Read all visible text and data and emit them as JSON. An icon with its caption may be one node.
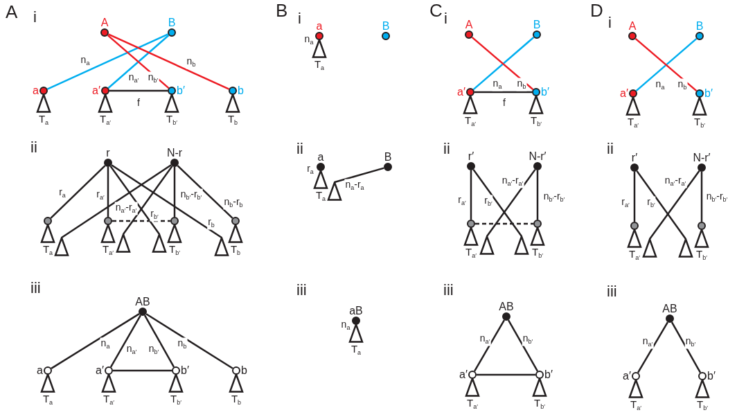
{
  "diagram": {
    "nodes": [
      {
        "text": [
          "A"
        ]
      },
      {
        "text": [
          "B"
        ]
      },
      {
        "text": [
          "a"
        ]
      },
      {
        "text": [
          "a′"
        ]
      },
      {
        "text": [
          "b′"
        ]
      },
      {
        "text": [
          "b"
        ]
      },
      {
        "text": [
          "T$_{a}$"
        ]
      },
      {
        "text": [
          "T$_{a′}$"
        ]
      },
      {
        "text": [
          "T$_{b′}$"
        ]
      },
      {
        "text": [
          "T$_{b}$"
        ]
      },
      {
        "text": [
          "r"
        ]
      },
      {
        "text": [
          "N-r"
        ]
      },
      {
        "text": [],
        "shape": "circle"
      },
      {
        "text": [],
        "shape": "triangle"
      },
      {
        "text": [],
        "shape": "circle"
      },
      {
        "text": [],
        "shape": "triangle"
      },
      {
        "text": [],
        "shape": "triangle"
      },
      {
        "text": [],
        "shape": "circle"
      },
      {
        "text": [],
        "shape": "triangle"
      },
      {
        "text": [],
        "shape": "circle"
      },
      {
        "text": [
          "T$_{a}$"
        ]
      },
      {
        "text": [
          "T$_{a′}$"
        ]
      },
      {
        "text": [
          "T$_{b′}$"
        ]
      },
      {
        "text": [
          "T$_{b}$"
        ]
      },
      {
        "text": [
          "AB"
        ]
      },
      {
        "text": [
          "a"
        ]
      },
      {
        "text": [
          "a′"
        ]
      },
      {
        "text": [
          "b′"
        ]
      },
      {
        "text": [
          "b"
        ]
      },
      {
        "text": [
          "T$_{a}$"
        ]
      },
      {
        "text": [
          "T$_{a′}$"
        ]
      },
      {
        "text": [
          "T$_{b′}$"
        ]
      },
      {
        "text": [
          "T$_{b}$"
        ]
      },
      {
        "text": [
          "a"
        ],
        "beside": [
          "n$_{a}$"
        ]
      },
      {
        "text": [
          "B"
        ]
      },
      {
        "text": [
          "T$_{a}$"
        ]
      },
      {
        "text": [
          "a"
        ],
        "beside": [
          "r$_{a}$"
        ]
      },
      {
        "text": [
          "B"
        ]
      },
      {
        "text": [
          "T$_{a}$"
        ]
      },
      {
        "text": [],
        "shape": "triangle"
      },
      {
        "text": [
          "aB"
        ],
        "beside": [
          "n$_{a}$"
        ]
      },
      {
        "text": [
          "T$_{a}$"
        ]
      },
      {
        "text": [
          "A"
        ]
      },
      {
        "text": [
          "B"
        ]
      },
      {
        "text": [
          "a′"
        ]
      },
      {
        "text": [
          "b′"
        ]
      },
      {
        "text": [
          "T$_{a′}$"
        ]
      },
      {
        "text": [
          "T$_{b′}$"
        ]
      },
      {
        "text": [
          "r′"
        ]
      },
      {
        "text": [
          "N-r′"
        ]
      },
      {
        "text": [],
        "shape": "circle"
      },
      {
        "text": [],
        "shape": "triangle"
      },
      {
        "text": [],
        "shape": "triangle"
      },
      {
        "text": [],
        "shape": "circle"
      },
      {
        "text": [
          "T$_{a′}$"
        ]
      },
      {
        "text": [
          "T$_{b′}$"
        ]
      },
      {
        "text": [
          "AB"
        ]
      },
      {
        "text": [
          "a′"
        ]
      },
      {
        "text": [
          "b′"
        ]
      },
      {
        "text": [
          "T$_{a′}$"
        ]
      },
      {
        "text": [
          "T$_{b′}$"
        ]
      },
      {
        "text": [
          "A"
        ]
      },
      {
        "text": [
          "B"
        ]
      },
      {
        "text": [
          "a′"
        ]
      },
      {
        "text": [
          "b′"
        ]
      },
      {
        "text": [
          "T$_{a′}$"
        ]
      },
      {
        "text": [
          "T$_{b′}$"
        ]
      },
      {
        "text": [
          "r′"
        ]
      },
      {
        "text": [
          "N-r′"
        ]
      },
      {
        "text": [],
        "shape": "circle"
      },
      {
        "text": [],
        "shape": "triangle"
      },
      {
        "text": [],
        "shape": "triangle"
      },
      {
        "text": [],
        "shape": "circle"
      },
      {
        "text": [
          "T$_{a′}$"
        ]
      },
      {
        "text": [
          "T$_{b′}$"
        ]
      },
      {
        "text": [
          "AB"
        ]
      },
      {
        "text": [
          "a′"
        ]
      },
      {
        "text": [
          "b′"
        ]
      },
      {
        "text": [
          "T$_{a′}$"
        ]
      },
      {
        "text": [
          "T$_{b′}$"
        ]
      }
    ],
    "edges": [
      {
        "from": 1,
        "to": 2,
        "arrow": "none",
        "label": "n$_{a}$",
        "color": "#00aeef"
      },
      {
        "from": 1,
        "to": 3,
        "arrow": "none",
        "label": "n$_{a′}$",
        "color": "#00aeef"
      },
      {
        "from": 0,
        "to": 4,
        "arrow": "none",
        "label": "n$_{b′}$",
        "color": "#ed1c24"
      },
      {
        "from": 0,
        "to": 5,
        "arrow": "none",
        "label": "n$_{b}$",
        "color": "#ed1c24"
      },
      {
        "from": 3,
        "to": 4,
        "arrow": "none",
        "label": "f"
      },
      {
        "from": 10,
        "to": 12,
        "arrow": "none",
        "label": "r$_{a}$"
      },
      {
        "from": 10,
        "to": 14,
        "arrow": "none",
        "label": "r$_{a′}$"
      },
      {
        "from": 10,
        "to": 16,
        "arrow": "none",
        "label": "r$_{b′}$"
      },
      {
        "from": 10,
        "to": 18,
        "arrow": "none",
        "label": "r$_{b}$"
      },
      {
        "from": 11,
        "to": 13,
        "arrow": "none"
      },
      {
        "from": 11,
        "to": 15,
        "arrow": "none",
        "label": "n$_{a′}$-r$_{a′}$"
      },
      {
        "from": 11,
        "to": 17,
        "arrow": "none",
        "label": "n$_{b′}$-r$_{b′}$"
      },
      {
        "from": 11,
        "to": 19,
        "arrow": "none",
        "label": "n$_{b}$-r$_{b}$"
      },
      {
        "from": 14,
        "to": 17,
        "arrow": "none",
        "style": "dashed"
      },
      {
        "from": 24,
        "to": 25,
        "arrow": "none",
        "label": "n$_{a}$"
      },
      {
        "from": 24,
        "to": 26,
        "arrow": "none",
        "label": "n$_{a′}$"
      },
      {
        "from": 24,
        "to": 27,
        "arrow": "none",
        "label": "n$_{b′}$"
      },
      {
        "from": 24,
        "to": 28,
        "arrow": "none",
        "label": "n$_{b}$"
      },
      {
        "from": 26,
        "to": 27,
        "arrow": "none"
      },
      {
        "from": 37,
        "to": 39,
        "arrow": "none",
        "label": "n$_{a}$-r$_{a}$"
      },
      {
        "from": 43,
        "to": 44,
        "arrow": "none",
        "label": "n$_{a}$",
        "color": "#00aeef"
      },
      {
        "from": 42,
        "to": 45,
        "arrow": "none",
        "label": "n$_{b}$",
        "color": "#ed1c24"
      },
      {
        "from": 44,
        "to": 45,
        "arrow": "none",
        "label": "f"
      },
      {
        "from": 48,
        "to": 50,
        "arrow": "none",
        "label": "r$_{a′}$"
      },
      {
        "from": 48,
        "to": 52,
        "arrow": "none",
        "label": "r$_{b′}$"
      },
      {
        "from": 49,
        "to": 51,
        "arrow": "none",
        "label": "n$_{a′}$-r$_{a′}$"
      },
      {
        "from": 49,
        "to": 53,
        "arrow": "none",
        "label": "n$_{b′}$-r$_{b′}$"
      },
      {
        "from": 50,
        "to": 53,
        "arrow": "none",
        "style": "dashed"
      },
      {
        "from": 56,
        "to": 57,
        "arrow": "none",
        "label": "n$_{a′}$"
      },
      {
        "from": 56,
        "to": 58,
        "arrow": "none",
        "label": "n$_{b′}$"
      },
      {
        "from": 57,
        "to": 58,
        "arrow": "none"
      },
      {
        "from": 62,
        "to": 63,
        "arrow": "none",
        "label": "n$_{a}$",
        "color": "#00aeef"
      },
      {
        "from": 61,
        "to": 64,
        "arrow": "none",
        "label": "n$_{b}$",
        "color": "#ed1c24"
      },
      {
        "from": 67,
        "to": 69,
        "arrow": "none",
        "label": "r$_{a′}$"
      },
      {
        "from": 67,
        "to": 71,
        "arrow": "none",
        "label": "r$_{b′}$"
      },
      {
        "from": 68,
        "to": 70,
        "arrow": "none",
        "label": "n$_{a′}$-r$_{a′}$"
      },
      {
        "from": 68,
        "to": 72,
        "arrow": "none",
        "label": "n$_{b′}$-r$_{b′}$"
      },
      {
        "from": 75,
        "to": 76,
        "arrow": "none",
        "label": "n$_{a′}$"
      },
      {
        "from": 75,
        "to": 77,
        "arrow": "none",
        "label": "n$_{b′}$"
      }
    ],
    "labels": [
      "A",
      "i",
      "ii",
      "iii",
      "B",
      "i",
      "ii",
      "iii",
      "C",
      "i",
      "ii",
      "iii",
      "D",
      "i",
      "ii",
      "iii"
    ]
  }
}
